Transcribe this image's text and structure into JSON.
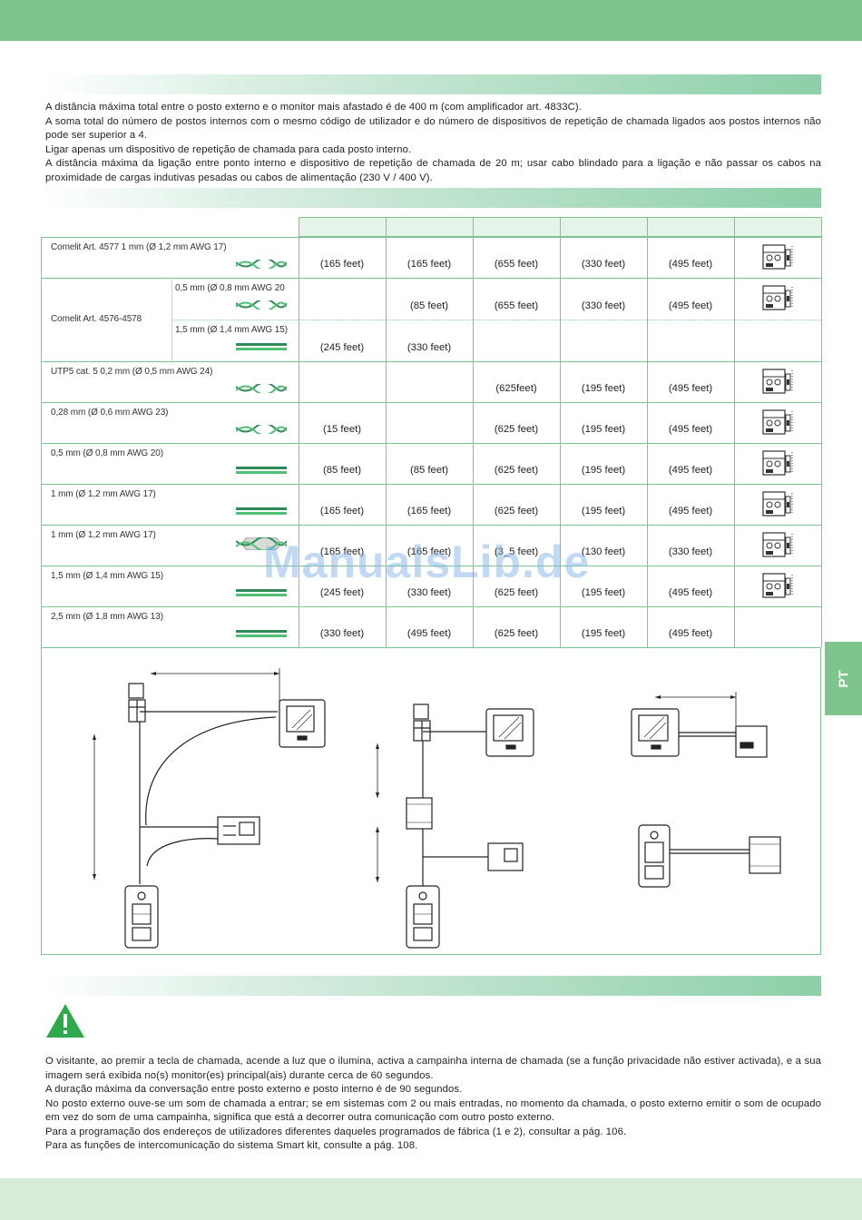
{
  "side_tab": "PT",
  "watermark": "ManualsLib.de",
  "intro_lines": [
    "A distância máxima total entre o posto externo e o monitor mais afastado é de 400 m (com amplificador art. 4833C).",
    "A soma total do número de postos internos com o mesmo código de utilizador e do número de dispositivos de repetição de chamada ligados aos postos internos não pode ser superior a 4.",
    "Ligar apenas um dispositivo de repetição de chamada para cada posto interno.",
    "A distância máxima da ligação entre ponto interno e dispositivo de repetição de chamada de 20 m; usar cabo blindado para a ligação e não passar os cabos na proximidade de cargas indutivas pesadas ou cabos de alimentação (230 V / 400 V)."
  ],
  "table": {
    "rows": [
      {
        "label": "Comelit Art. 4577 1 mm  (Ø 1,2 mm AWG 17)",
        "cable": "twisted",
        "values": [
          "(165 feet)",
          "(165 feet)",
          "(655 feet)",
          "(330 feet)",
          "(495 feet)"
        ],
        "icon": true
      },
      {
        "label": "Comelit Art. 4576-4578",
        "sub": "0,5 mm  (Ø 0,8 mm AWG 20",
        "cable": "twisted",
        "values": [
          "",
          "(85 feet)",
          "(655 feet)",
          "(330 feet)",
          "(495 feet)"
        ],
        "icon": true
      },
      {
        "label": "",
        "sub": "1,5 mm  (Ø 1,4 mm AWG 15)",
        "cable": "parallel",
        "values": [
          "(245 feet)",
          "(330 feet)",
          "",
          "",
          ""
        ],
        "icon": false
      },
      {
        "label": "UTP5 cat. 5 0,2 mm  (Ø 0,5 mm AWG 24)",
        "cable": "twisted",
        "values": [
          "",
          "",
          "(625feet)",
          "(195 feet)",
          "(495 feet)"
        ],
        "icon": true
      },
      {
        "label": "0,28 mm  (Ø 0,6 mm AWG 23)",
        "cable": "twisted",
        "values": [
          "(15 feet)",
          "",
          "(625 feet)",
          "(195 feet)",
          "(495 feet)"
        ],
        "icon": true
      },
      {
        "label": "0,5 mm  (Ø 0,8 mm AWG 20)",
        "cable": "parallel",
        "values": [
          "(85 feet)",
          "(85 feet)",
          "(625 feet)",
          "(195 feet)",
          "(495 feet)"
        ],
        "icon": true
      },
      {
        "label": "1 mm  (Ø 1,2 mm AWG 17)",
        "cable": "parallel",
        "values": [
          "(165 feet)",
          "(165 feet)",
          "(625 feet)",
          "(195 feet)",
          "(495 feet)"
        ],
        "icon": true
      },
      {
        "label": "1 mm  (Ø 1,2 mm AWG 17)",
        "cable": "shielded",
        "values": [
          "(165 feet)",
          "(165 feet)",
          "(3_5 feet)",
          "(130 feet)",
          "(330 feet)"
        ],
        "icon": true
      },
      {
        "label": "1,5 mm  (Ø 1,4 mm AWG 15)",
        "cable": "parallel",
        "values": [
          "(245 feet)",
          "(330 feet)",
          "(625 feet)",
          "(195 feet)",
          "(495 feet)"
        ],
        "icon": true
      },
      {
        "label": "2,5 mm  (Ø 1,8 mm AWG 13)",
        "cable": "parallel",
        "values": [
          "(330 feet)",
          "(495 feet)",
          "(625 feet)",
          "(195 feet)",
          "(495 feet)"
        ],
        "icon": false
      }
    ]
  },
  "operation_lines": [
    "O visitante, ao premir a tecla de chamada, acende a luz que o ilumina, activa a campainha interna de chamada (se a função privacidade não estiver activada), e a sua imagem será exibida no(s) monitor(es) principal(ais) durante cerca de 60 segundos.",
    "A duração máxima da conversação entre posto externo e posto interno é de 90 segundos.",
    "No posto externo ouve-se um som de chamada a entrar; se em sistemas com 2 ou mais entradas, no momento da chamada, o posto externo emitir o som de ocupado em vez do som de uma campainha, significa que está a decorrer outra comunicação com outro posto externo.",
    "Para a programação dos endereços de utilizadores diferentes daqueles programados de fábrica (1 e 2), consultar a pág. 106.",
    "Para as funções de intercomunicação do sistema Smart kit, consulte a pág. 108."
  ],
  "colors": {
    "accent": "#7dc58c",
    "light": "#e6f3e8",
    "warning": "#2eaa4a"
  }
}
